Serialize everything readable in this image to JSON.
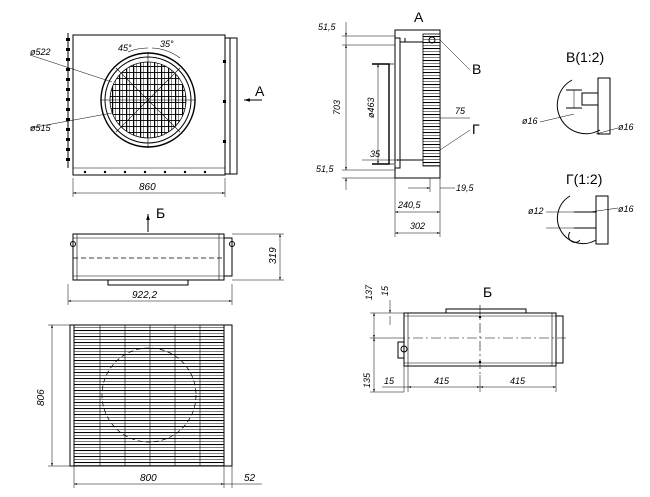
{
  "views": {
    "front": {
      "dia_outer": "ø522",
      "dia_inner": "ø515",
      "angle_1": "45°",
      "angle_2": "35°",
      "width": "860",
      "arrow_label": "А"
    },
    "side": {
      "title": "А",
      "callout_v": "В",
      "callout_g": "Г",
      "d_515_top": "51,5",
      "d_703": "703",
      "d_463": "ø463",
      "d_35": "35",
      "d_515_bottom": "51,5",
      "d_75": "75",
      "d_195": "19,5",
      "d_2405": "240,5",
      "d_302": "302"
    },
    "top": {
      "arrow_label": "Б",
      "width": "922,2",
      "height": "319"
    },
    "bottom": {
      "height": "806",
      "width": "800",
      "depth": "52"
    },
    "detail_v": {
      "title": "В(1:2)",
      "d_left": "ø16",
      "d_right": "ø16"
    },
    "detail_g": {
      "title": "Г(1:2)",
      "d_left": "ø12",
      "d_right": "ø16"
    },
    "view_b": {
      "title": "Б",
      "d_137": "137",
      "d_15_top": "15",
      "d_135": "135",
      "d_15_bottom": "15",
      "d_415_a": "415",
      "d_415_b": "415"
    }
  }
}
